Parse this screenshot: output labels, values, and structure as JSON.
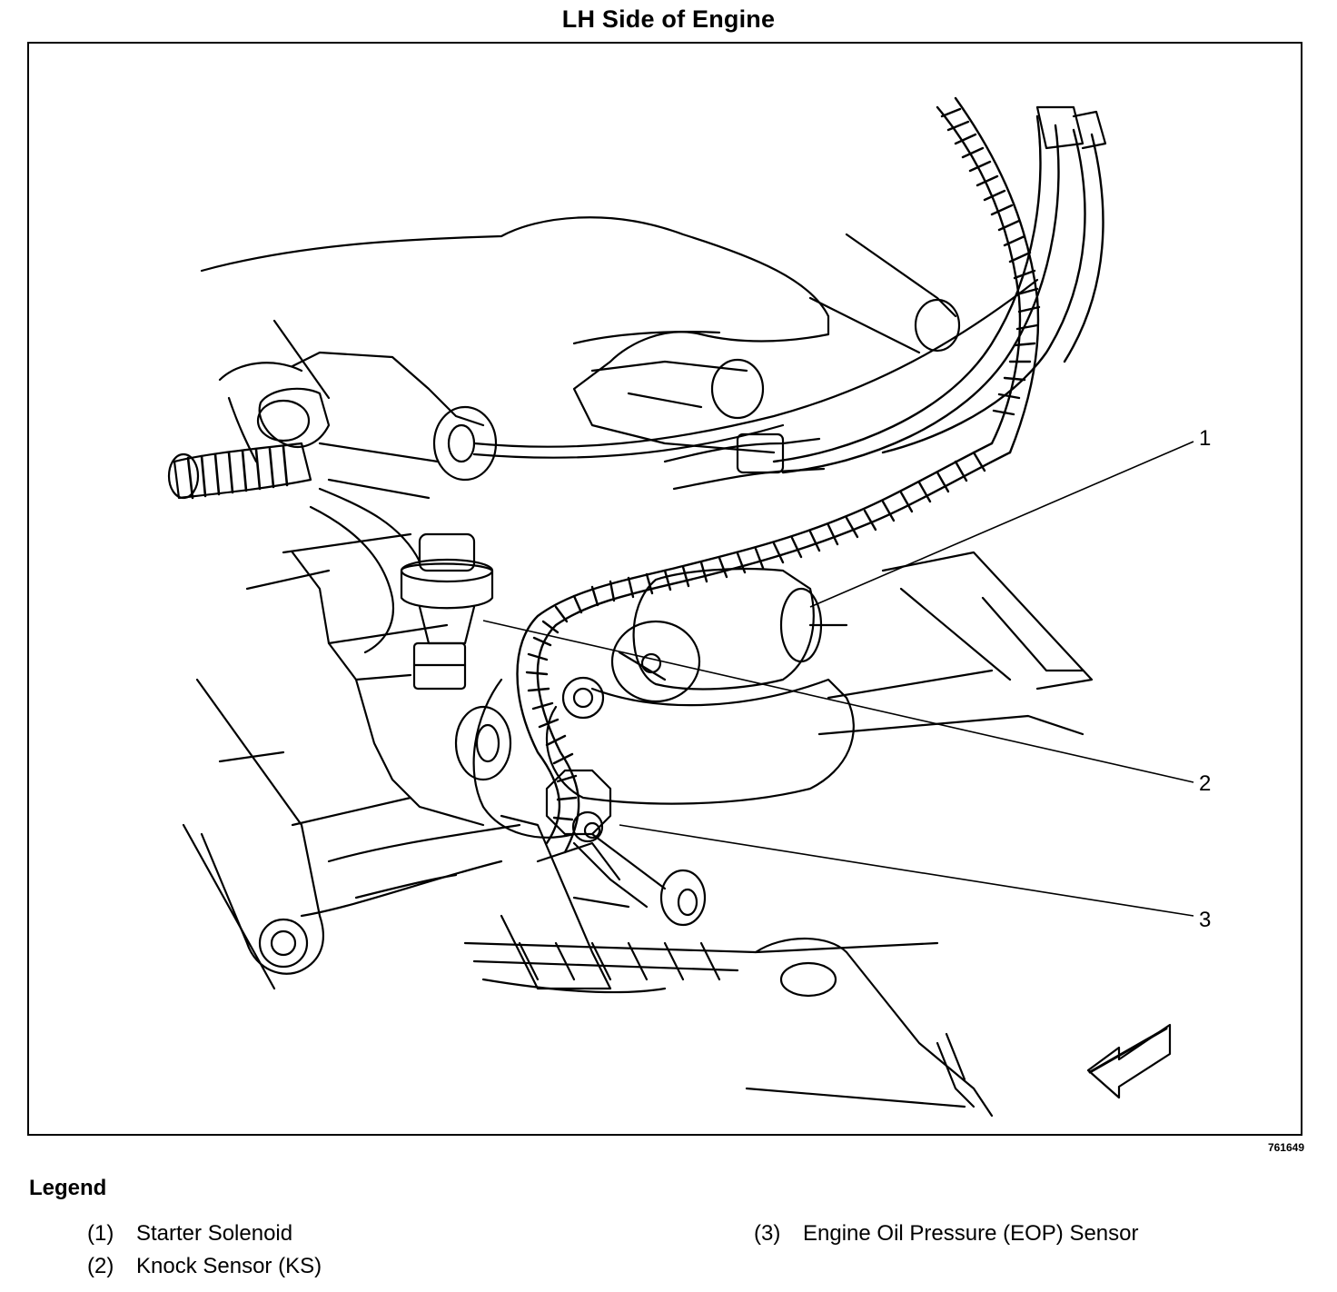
{
  "title": "LH Side of Engine",
  "figure_id": "761649",
  "callouts": [
    "1",
    "2",
    "3"
  ],
  "legend": {
    "heading": "Legend",
    "items": [
      {
        "num": "(1)",
        "label": "Starter Solenoid"
      },
      {
        "num": "(2)",
        "label": "Knock Sensor (KS)"
      },
      {
        "num": "(3)",
        "label": "Engine Oil Pressure (EOP) Sensor"
      }
    ]
  }
}
